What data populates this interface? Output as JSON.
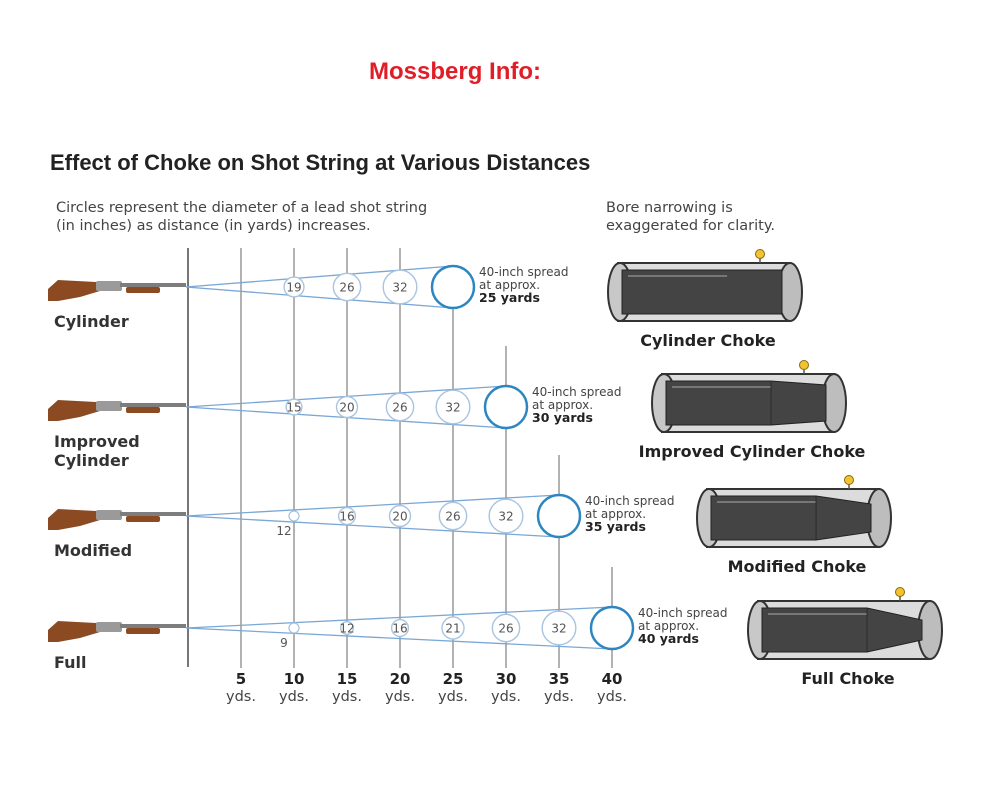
{
  "header": "Mossberg Info:",
  "title": "Effect of Choke on Shot String at Various Distances",
  "note_left": [
    "Circles represent the diameter of a lead shot string",
    "(in inches) as distance (in yards) increases."
  ],
  "note_right": [
    "Bore narrowing is",
    "exaggerated for clarity."
  ],
  "yard_unit": "yds.",
  "colors": {
    "header": "#e01e28",
    "line": "#7aa7d6",
    "final_circle": "#2e86c1",
    "inner_circle": "#a8c4e0",
    "stock": "#8b4a22",
    "barrel_dark": "#444444"
  },
  "chart_data": {
    "type": "diagram",
    "x_axis": {
      "distances_yards": [
        5,
        10,
        15,
        20,
        25,
        30,
        35,
        40
      ]
    },
    "rows": [
      {
        "name": "Cylinder",
        "name_lines": [
          "Cylinder"
        ],
        "choke_label": "Cylinder Choke",
        "spread_distance": 25,
        "spread_text": [
          "40-inch spread",
          "at approx.",
          "25 yards"
        ],
        "circles": [
          {
            "distance": 10,
            "diameter": 19
          },
          {
            "distance": 15,
            "diameter": 26
          },
          {
            "distance": 20,
            "diameter": 32
          },
          {
            "distance": 25,
            "diameter": 40
          }
        ],
        "small_marker": null,
        "constriction": 0
      },
      {
        "name": "Improved Cylinder",
        "name_lines": [
          "Improved",
          "Cylinder"
        ],
        "choke_label": "Improved Cylinder Choke",
        "spread_distance": 30,
        "spread_text": [
          "40-inch spread",
          "at approx.",
          "30 yards"
        ],
        "circles": [
          {
            "distance": 10,
            "diameter": 15
          },
          {
            "distance": 15,
            "diameter": 20
          },
          {
            "distance": 20,
            "diameter": 26
          },
          {
            "distance": 25,
            "diameter": 32
          },
          {
            "distance": 30,
            "diameter": 40
          }
        ],
        "small_marker": null,
        "constriction": 1
      },
      {
        "name": "Modified",
        "name_lines": [
          "Modified"
        ],
        "choke_label": "Modified Choke",
        "spread_distance": 35,
        "spread_text": [
          "40-inch spread",
          "at approx.",
          "35 yards"
        ],
        "circles": [
          {
            "distance": 15,
            "diameter": 16
          },
          {
            "distance": 20,
            "diameter": 20
          },
          {
            "distance": 25,
            "diameter": 26
          },
          {
            "distance": 30,
            "diameter": 32
          },
          {
            "distance": 35,
            "diameter": 40
          }
        ],
        "small_marker": {
          "distance": 10,
          "diameter": 12
        },
        "constriction": 2
      },
      {
        "name": "Full",
        "name_lines": [
          "Full"
        ],
        "choke_label": "Full Choke",
        "spread_distance": 40,
        "spread_text": [
          "40-inch spread",
          "at approx.",
          "40 yards"
        ],
        "circles": [
          {
            "distance": 15,
            "diameter": 12
          },
          {
            "distance": 20,
            "diameter": 16
          },
          {
            "distance": 25,
            "diameter": 21
          },
          {
            "distance": 30,
            "diameter": 26
          },
          {
            "distance": 35,
            "diameter": 32
          },
          {
            "distance": 40,
            "diameter": 40
          }
        ],
        "small_marker": {
          "distance": 10,
          "diameter": 9
        },
        "constriction": 3
      }
    ]
  }
}
